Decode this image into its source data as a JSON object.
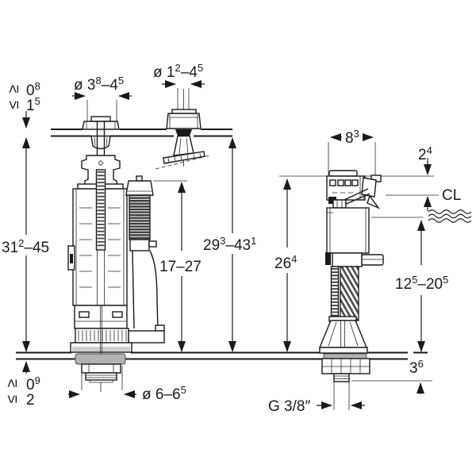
{
  "drawing": {
    "dims": {
      "lid_thickness_min": {
        "sym": "≥",
        "v": "0",
        "sup": "8"
      },
      "lid_thickness_max": {
        "sym": "≤",
        "v": "1",
        "sup": "5"
      },
      "flush_lid_hole_dia": {
        "a": "ø 3",
        "b": "8",
        "c": "–4",
        "d": "5"
      },
      "fill_lid_hole_dia": {
        "a": "ø 1",
        "b": "2",
        "c": "–4",
        "d": "5"
      },
      "height_lid_to_bottom": {
        "a": "31",
        "b": "2",
        "c": "–45"
      },
      "height_overflow": {
        "a": "17–27"
      },
      "height_under_lid": {
        "a": "29",
        "b": "3",
        "c": "–43",
        "d": "1"
      },
      "fill_head_width": {
        "a": "8",
        "b": "3"
      },
      "head_to_waterline": {
        "a": "2",
        "b": "4"
      },
      "centerline_label": "CL",
      "fill_valve_height": {
        "a": "26",
        "b": "4"
      },
      "waterline_height": {
        "a": "12",
        "b": "5",
        "c": "–20",
        "d": "5"
      },
      "shank_below_tank": {
        "a": "3",
        "b": "6"
      },
      "ceramic_thickness_min": {
        "sym": "≥",
        "v": "0",
        "sup": "9"
      },
      "ceramic_thickness_max": {
        "sym": "≤",
        "v": "2",
        "sup": ""
      },
      "bottom_hole_dia": {
        "a": "ø 6–6",
        "b": "5"
      },
      "supply_thread": "G 3/8″"
    },
    "colors": {
      "line": "#1a1a1a",
      "background": "#ffffff",
      "corrugation_dark": "#3f3f3f",
      "metal_gray": "#b3b3b3"
    }
  }
}
